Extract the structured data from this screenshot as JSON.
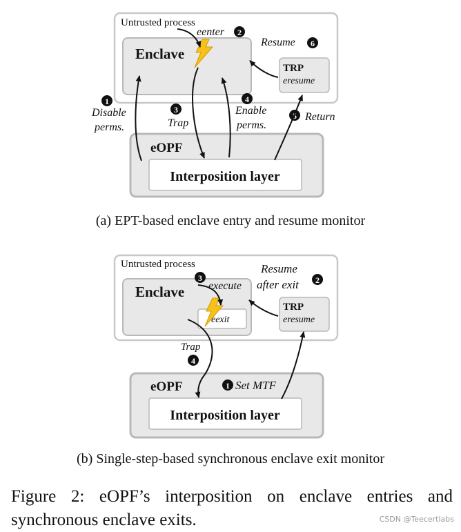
{
  "colors": {
    "box_fill": "#e8e8e8",
    "box_stroke": "#b8b8b8",
    "outer_stroke": "#c8c8c8",
    "lightning": "#f6c21a",
    "text": "#111111"
  },
  "panel_a": {
    "untrusted_process": "Untrusted process",
    "enclave": "Enclave",
    "eenter": "eenter",
    "resume": "Resume",
    "trp": "TRP",
    "eresume": "eresume",
    "eopf": "eOPF",
    "interposition_layer": "Interposition layer",
    "step1_line1": "Disable",
    "step1_line2": "perms.",
    "step3": "Trap",
    "step4_line1": "Enable",
    "step4_line2": "perms.",
    "step5": "Return",
    "caption": "(a) EPT-based enclave entry and resume monitor"
  },
  "panel_b": {
    "untrusted_process": "Untrusted process",
    "enclave": "Enclave",
    "execute": "execute",
    "eexit": "eexit",
    "resume_line1": "Resume",
    "resume_line2": "after exit",
    "trp": "TRP",
    "eresume": "eresume",
    "trap": "Trap",
    "eopf": "eOPF",
    "set_mtf": "Set MTF",
    "interposition_layer": "Interposition layer",
    "caption": "(b) Single-step-based synchronous enclave exit monitor"
  },
  "step_numbers": {
    "a1": "1",
    "a2": "2",
    "a3": "3",
    "a4": "4",
    "a5": "5",
    "a6": "6",
    "b1": "1",
    "b2": "2",
    "b3": "3",
    "b4": "4"
  },
  "figure_caption": "Figure 2: eOPF’s interposition on enclave entries and synchronous enclave exits.",
  "watermark": "CSDN @Teecertlabs"
}
